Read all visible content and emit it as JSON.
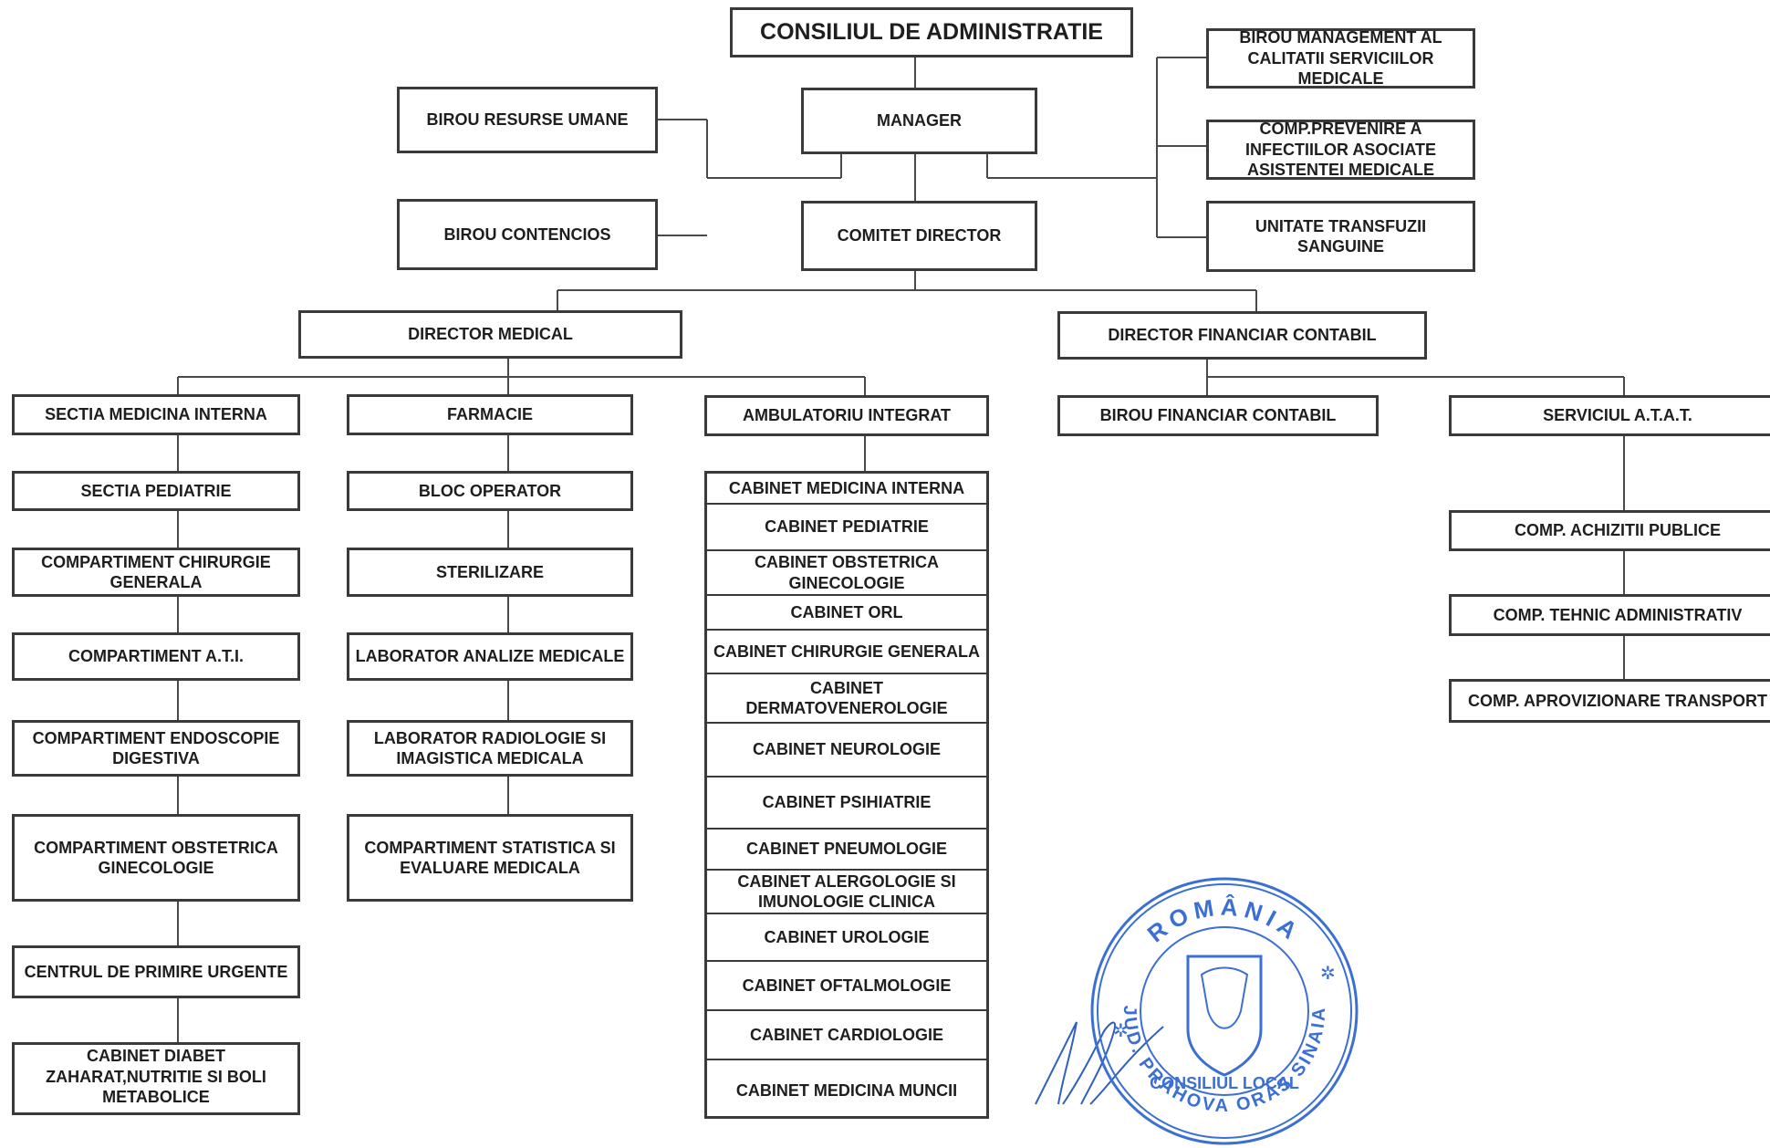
{
  "chart": {
    "board": "CONSILIUL DE ADMINISTRATIE",
    "manager": "MANAGER",
    "comitet": "COMITET DIRECTOR",
    "birou_resurse": "BIROU RESURSE UMANE",
    "birou_contencios": "BIROU CONTENCIOS",
    "birou_management": "BIROU MANAGEMENT AL CALITATII SERVICIILOR MEDICALE",
    "comp_prevenire": "COMP.PREVENIRE A INFECTIILOR ASOCIATE ASISTENTEI MEDICALE",
    "unitate_transfuzii": "UNITATE TRANSFUZII SANGUINE",
    "director_medical": "DIRECTOR MEDICAL",
    "director_financiar": "DIRECTOR FINANCIAR CONTABIL",
    "col1": [
      "SECTIA MEDICINA INTERNA",
      "SECTIA PEDIATRIE",
      "COMPARTIMENT CHIRURGIE GENERALA",
      "COMPARTIMENT A.T.I.",
      "COMPARTIMENT ENDOSCOPIE DIGESTIVA",
      "COMPARTIMENT OBSTETRICA GINECOLOGIE",
      "CENTRUL DE PRIMIRE URGENTE",
      "CABINET DIABET ZAHARAT,NUTRITIE SI BOLI METABOLICE"
    ],
    "col2": [
      "FARMACIE",
      "BLOC OPERATOR",
      "STERILIZARE",
      "LABORATOR ANALIZE MEDICALE",
      "LABORATOR RADIOLOGIE SI IMAGISTICA MEDICALA",
      "COMPARTIMENT STATISTICA SI EVALUARE  MEDICALA"
    ],
    "ambulatoriu": "AMBULATORIU INTEGRAT",
    "cabinete": [
      "CABINET MEDICINA INTERNA",
      "CABINET PEDIATRIE",
      "CABINET OBSTETRICA GINECOLOGIE",
      "CABINET ORL",
      "CABINET CHIRURGIE GENERALA",
      "CABINET DERMATOVENEROLOGIE",
      "CABINET NEUROLOGIE",
      "CABINET PSIHIATRIE",
      "CABINET PNEUMOLOGIE",
      "CABINET ALERGOLOGIE SI IMUNOLOGIE CLINICA",
      "CABINET UROLOGIE",
      "CABINET OFTALMOLOGIE",
      "CABINET CARDIOLOGIE",
      "CABINET MEDICINA MUNCII"
    ],
    "birou_financiar": "BIROU FINANCIAR CONTABIL",
    "serviciul_atat": "SERVICIUL A.T.A.T.",
    "col5": [
      "COMP. ACHIZITII PUBLICE",
      "COMP. TEHNIC ADMINISTRATIV",
      "COMP. APROVIZIONARE TRANSPORT"
    ]
  },
  "seal": {
    "country": "ROMÂNIA",
    "outer_text": "JUD. PRAHOVA ORAS SINAIA",
    "inner_text": "CONSILIUL LOCAL"
  },
  "colors": {
    "box_border": "#3a3a3a",
    "line": "#4a4a4a",
    "text": "#1e1e1e",
    "seal": "#3b6fd4"
  }
}
